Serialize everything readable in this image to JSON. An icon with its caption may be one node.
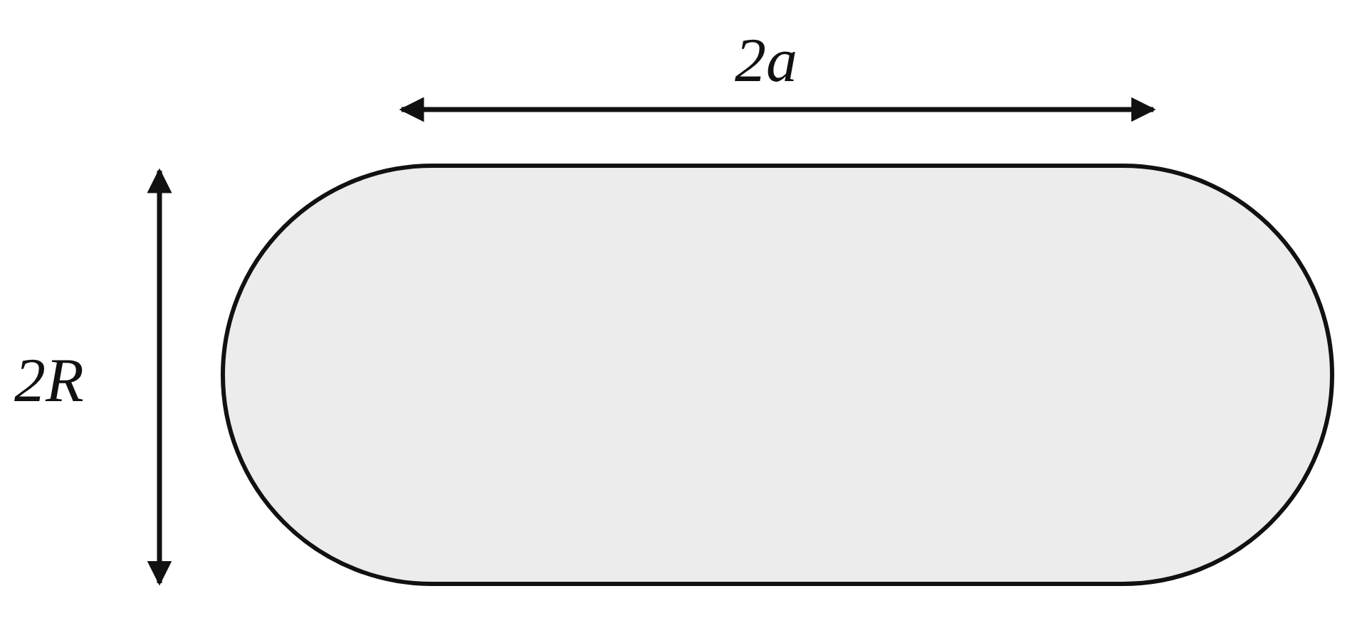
{
  "diagram": {
    "nodes": [
      {
        "text": [],
        "shape": "capsule"
      }
    ],
    "labels": [
      "2a",
      "2R"
    ]
  }
}
